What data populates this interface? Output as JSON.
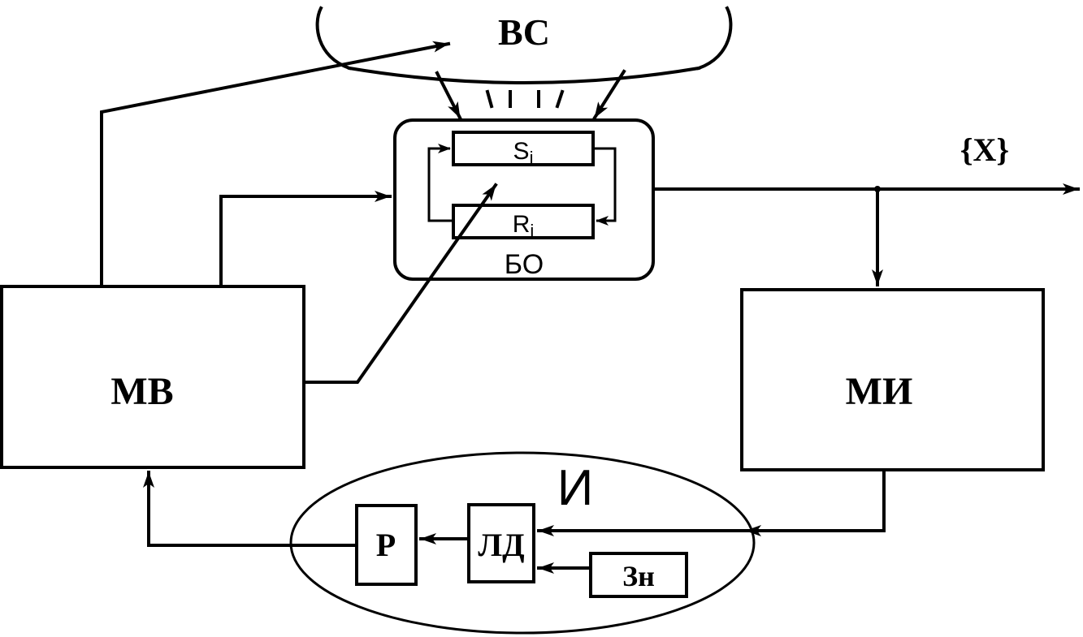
{
  "diagram": {
    "environment_label": "ВС",
    "observation_block": {
      "label": "БО",
      "sensor_label": "S",
      "sensor_subscript": "i",
      "receptor_label": "R",
      "receptor_subscript": "i"
    },
    "output_label": "{X}",
    "mv_label": "МВ",
    "mi_label": "МИ",
    "interpreter": {
      "label": "И",
      "r_label": "Р",
      "ld_label": "ЛД",
      "zn_label": "Зн"
    }
  }
}
